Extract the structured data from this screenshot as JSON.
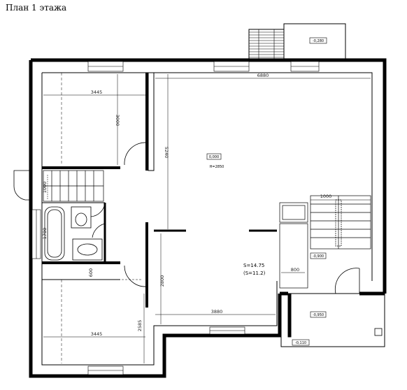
{
  "title": "План 1 этажа",
  "dimensions": {
    "top_left_room_width": "3445",
    "top_left_room_depth": "3000",
    "hall_width": "6880",
    "hall_depth": "5240",
    "stair_depth": "1000",
    "bath_width": "1700",
    "bottom_left_offset": "600",
    "bottom_left_width": "3445",
    "bottom_left_depth": "2585",
    "hall_lower_depth": "2800",
    "hall_lower_width": "3880",
    "right_stair_width": "1000",
    "closet_width": "800"
  },
  "levels": {
    "porch_top": "-0,280",
    "hall_main": "0,000",
    "hall_height": "Н=2850",
    "right_landing": "-0,900",
    "lower_entry": "-0,950",
    "terrace": "-0,110"
  },
  "areas": {
    "area_main": "S=14.75",
    "area_secondary": "(S=11.2)"
  }
}
